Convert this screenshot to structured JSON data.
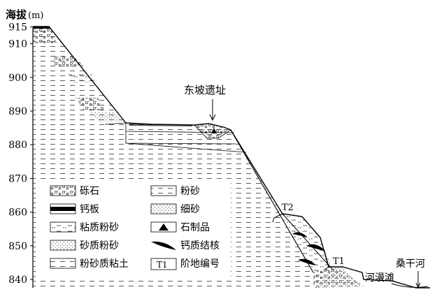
{
  "axis": {
    "label": "海拔",
    "unit": "(m)",
    "ticks": [
      "915",
      "910",
      "900",
      "890",
      "880",
      "870",
      "860",
      "850",
      "840"
    ]
  },
  "site_label": "东坡遗址",
  "terrace_labels": [
    "T2",
    "T1"
  ],
  "floodplain_label": "河漫滩",
  "river_label": "桑干河",
  "legend": [
    {
      "label": "砾石",
      "pattern": "gravel"
    },
    {
      "label": "钙板",
      "pattern": "calcrete"
    },
    {
      "label": "粘质粉砂",
      "pattern": "clayey-silt"
    },
    {
      "label": "砂质粉砂",
      "pattern": "sandy-silt"
    },
    {
      "label": "粉砂质粘土",
      "pattern": "silty-clay"
    },
    {
      "label": "粉砂",
      "pattern": "silt"
    },
    {
      "label": "细砂",
      "pattern": "fine-sand"
    },
    {
      "label": "石制品",
      "pattern": "artifact"
    },
    {
      "label": "钙质结核",
      "pattern": "nodule"
    },
    {
      "label": "阶地编号",
      "pattern": "terrace-code",
      "code": "T1"
    }
  ]
}
